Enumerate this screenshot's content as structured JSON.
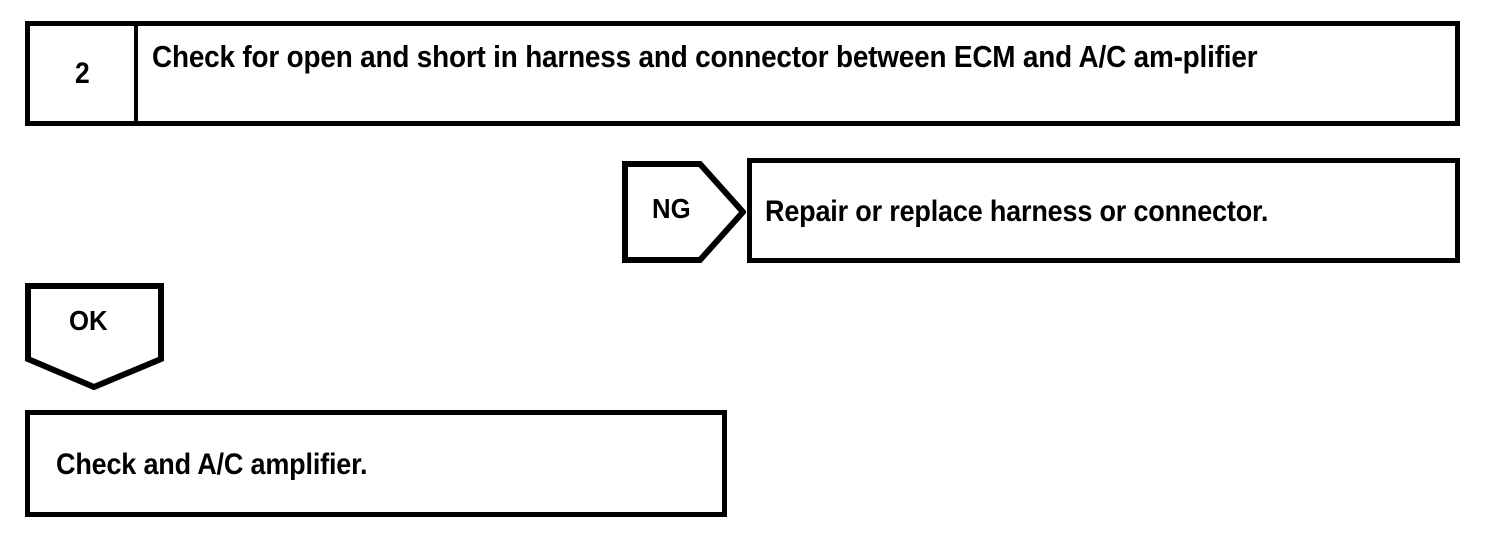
{
  "flowchart": {
    "title": "ECM / A/C amplifier harness diagnostic step",
    "step": {
      "number": "2",
      "instruction": "Check for open and short in harness and connector between ECM and A/C am-plifier"
    },
    "branches": [
      {
        "tag": "NG",
        "tag_shape": "pentagon-right",
        "result": "Repair or replace harness or connector."
      },
      {
        "tag": "OK",
        "tag_shape": "pentagon-down",
        "result": "Check and A/C amplifier."
      }
    ],
    "ng_tag_label": "NG",
    "ok_tag_label": "OK",
    "ng_result_text": "Repair or replace harness or connector.",
    "ok_result_text": "Check and A/C amplifier.",
    "colors": {
      "ink": "#000000",
      "paper": "#ffffff"
    }
  }
}
